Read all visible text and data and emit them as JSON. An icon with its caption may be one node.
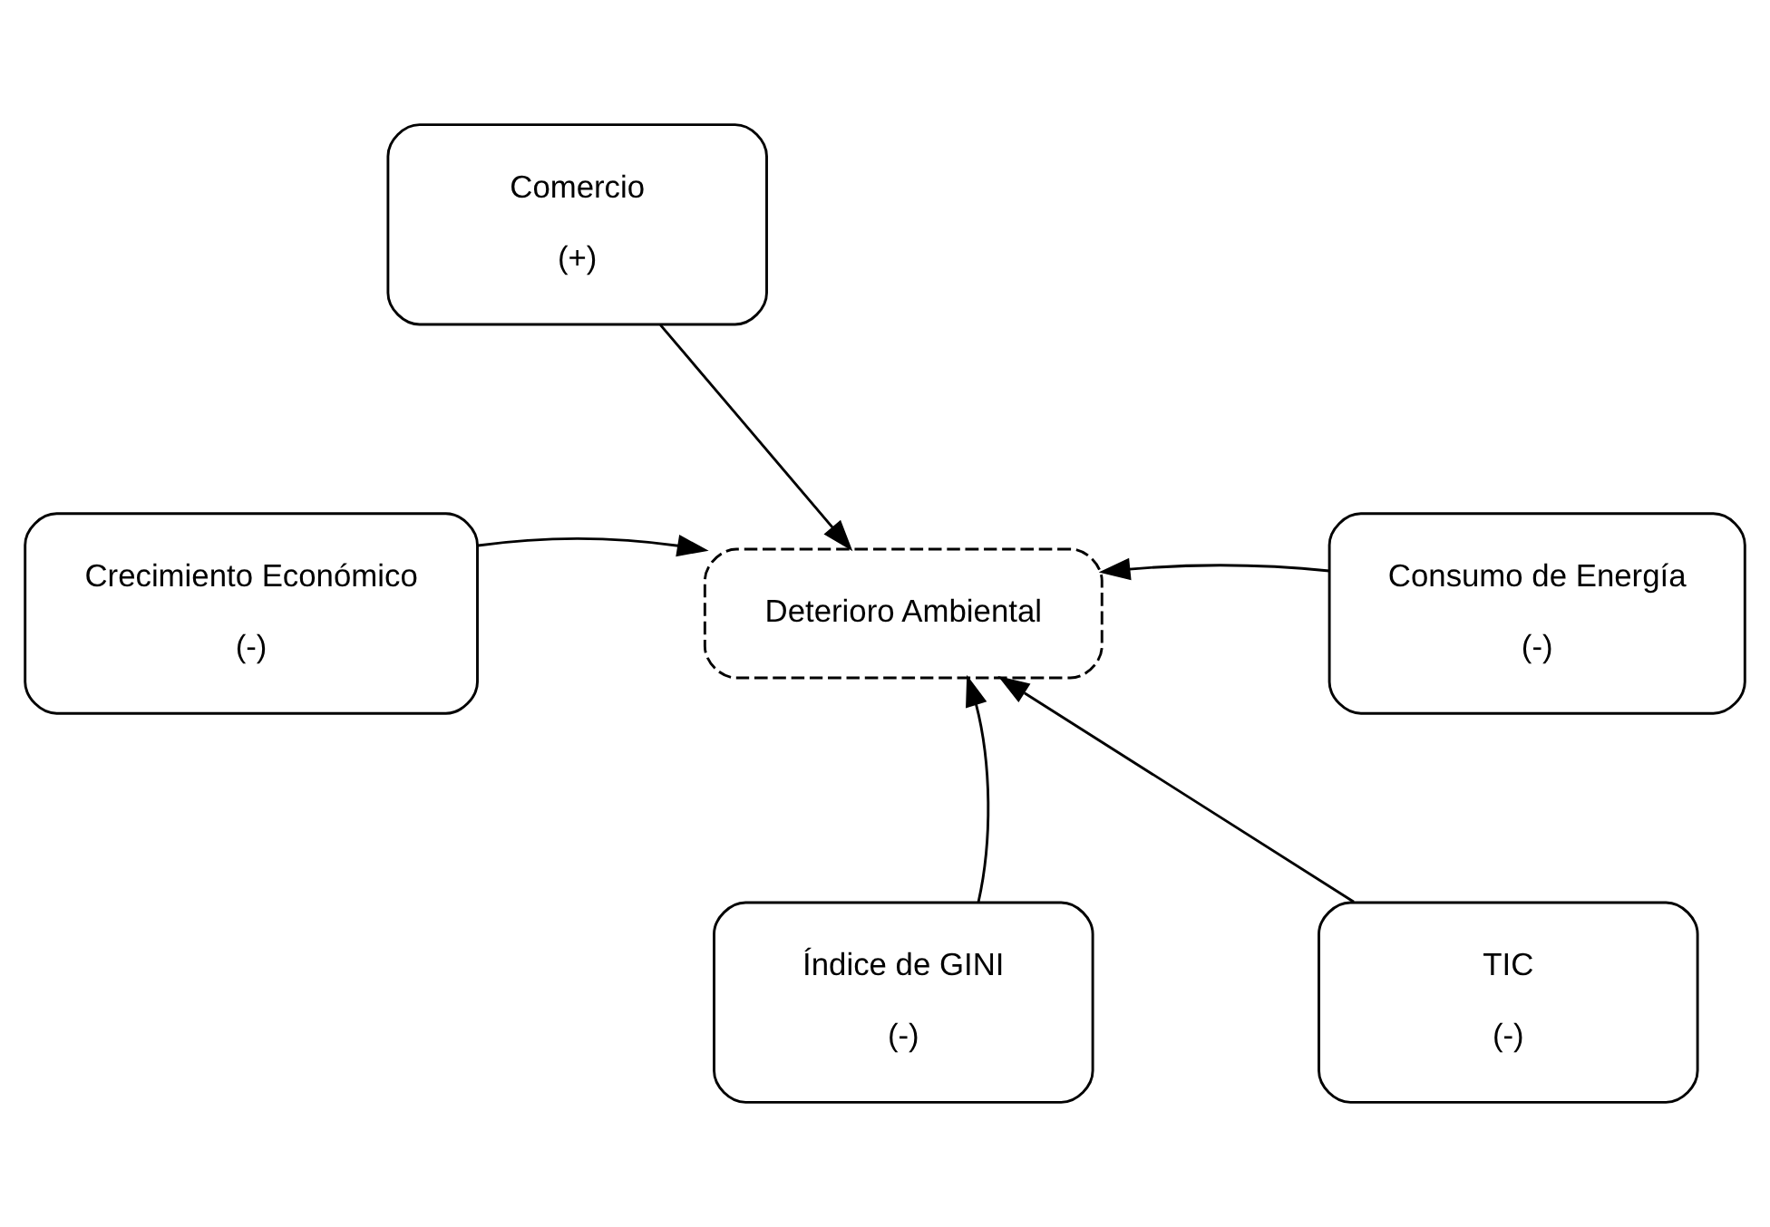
{
  "diagram": {
    "nodes": [
      {
        "text": [
          "Comercio",
          "(+)"
        ]
      },
      {
        "text": [
          "Crecimiento Económico",
          "(-)"
        ]
      },
      {
        "text": [
          "Deterioro Ambiental"
        ]
      },
      {
        "text": [
          "Consumo de Energía",
          "(-)"
        ]
      },
      {
        "text": [
          "Índice de GINI",
          "(-)"
        ]
      },
      {
        "text": [
          "TIC",
          "(-)"
        ]
      }
    ],
    "edges": [
      {
        "from": 0,
        "to": 2,
        "arrow": "to"
      },
      {
        "from": 1,
        "to": 2,
        "arrow": "to"
      },
      {
        "from": 3,
        "to": 2,
        "arrow": "to"
      },
      {
        "from": 4,
        "to": 2,
        "arrow": "to"
      },
      {
        "from": 5,
        "to": 2,
        "arrow": "to"
      }
    ]
  }
}
